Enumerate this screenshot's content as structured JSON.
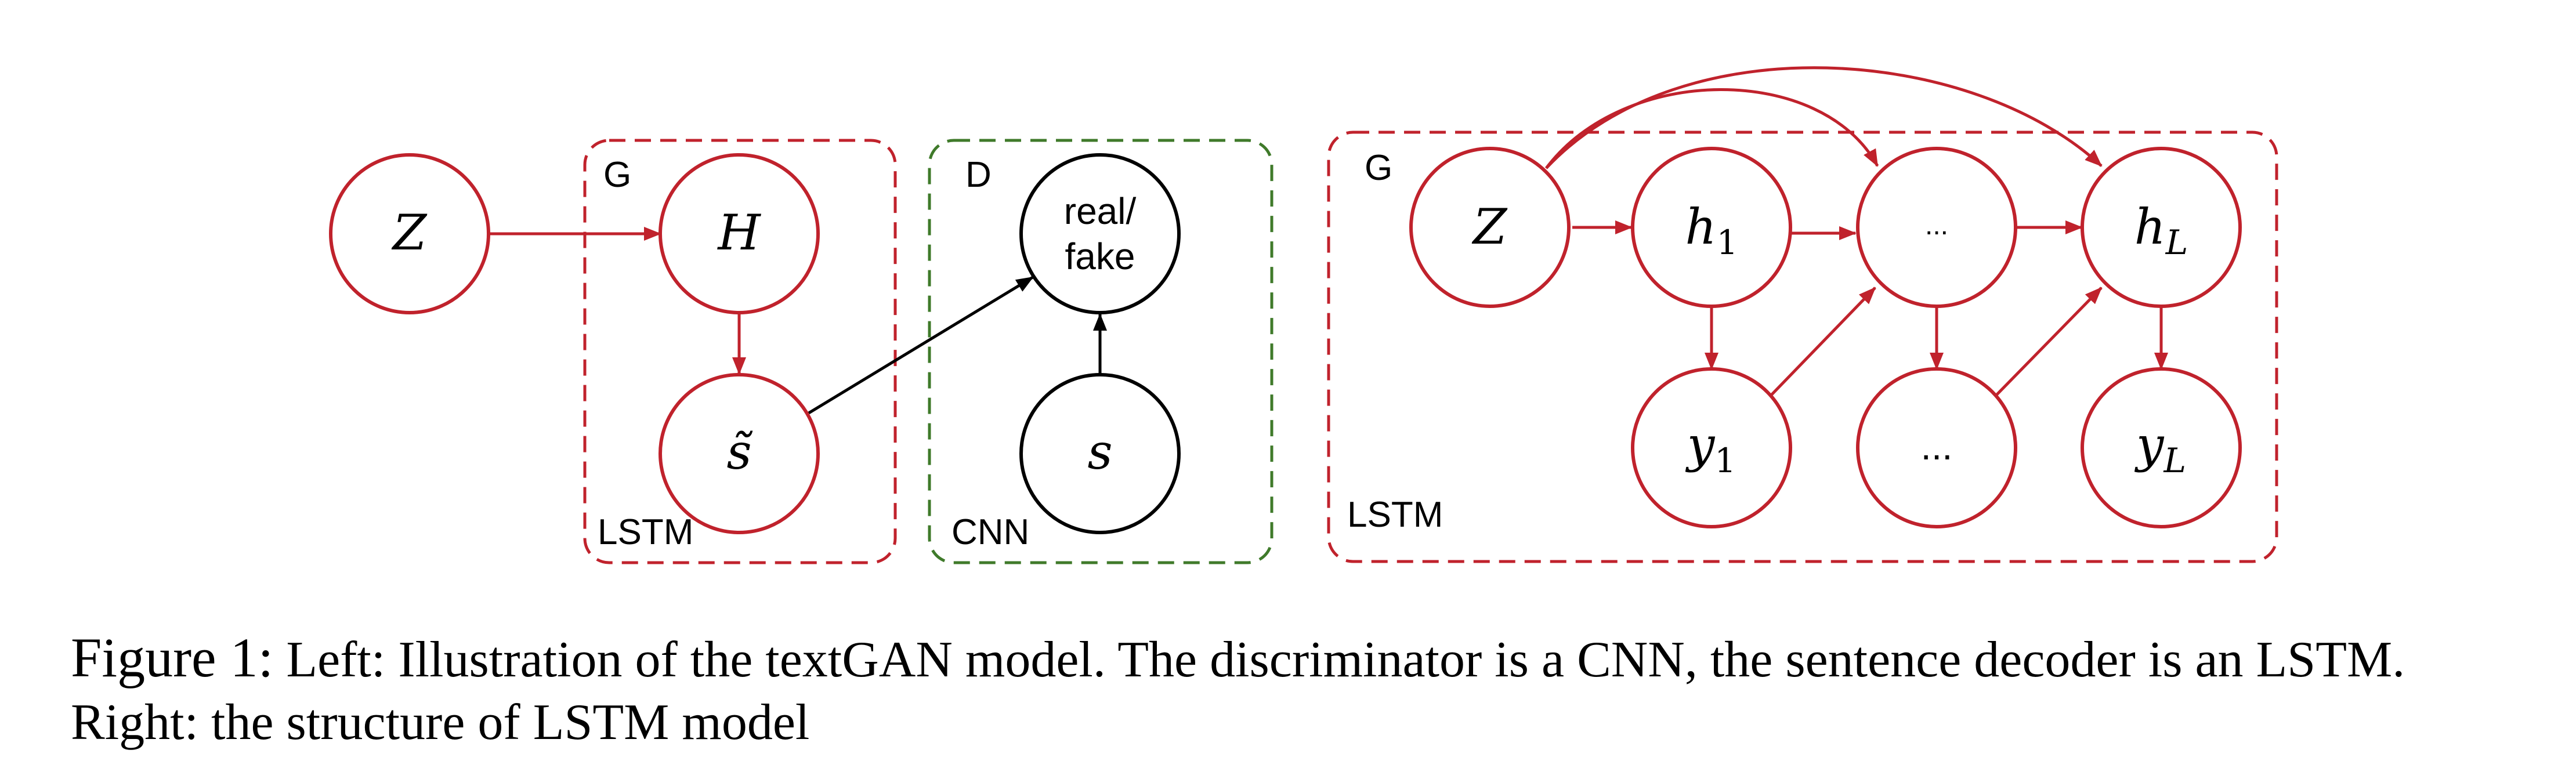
{
  "left": {
    "generator": {
      "label": "G",
      "sublabel": "LSTM",
      "nodes": {
        "z": "Z",
        "h": "H",
        "s_tilde": "s̃"
      }
    },
    "discriminator": {
      "label": "D",
      "sublabel": "CNN",
      "nodes": {
        "output_line1": "real/",
        "output_line2": "fake",
        "s": "s"
      }
    }
  },
  "right": {
    "label": "G",
    "sublabel": "LSTM",
    "nodes": {
      "z": "Z",
      "h1": "h",
      "h1_sub": "1",
      "h_mid": "...",
      "hL": "h",
      "hL_sub": "L",
      "y1": "y",
      "y1_sub": "1",
      "y_mid": "...",
      "yL": "y",
      "yL_sub": "L"
    }
  },
  "caption": {
    "prefix": "Figure 1:",
    "text": " Left: Illustration of the textGAN model. The discriminator is a CNN, the sentence decoder is an LSTM. Right: the structure of LSTM model"
  },
  "colors": {
    "generator": "#c0222c",
    "discriminator": "#3f7a2a",
    "text": "#000000"
  }
}
